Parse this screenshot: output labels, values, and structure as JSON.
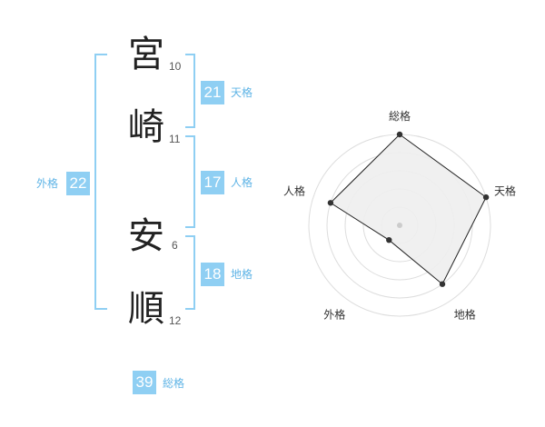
{
  "name": {
    "chars": [
      {
        "char": "宮",
        "strokes": "10"
      },
      {
        "char": "崎",
        "strokes": "11"
      },
      {
        "char": "安",
        "strokes": "6"
      },
      {
        "char": "順",
        "strokes": "12"
      }
    ]
  },
  "kakusu": {
    "tenkaku": {
      "value": "21",
      "label": "天格"
    },
    "jinkaku": {
      "value": "17",
      "label": "人格"
    },
    "chikaku": {
      "value": "18",
      "label": "地格"
    },
    "gaikaku": {
      "value": "22",
      "label": "外格"
    },
    "soukaku": {
      "value": "39",
      "label": "総格"
    }
  },
  "colors": {
    "accent": "#8fcff3",
    "bracket": "#8fcff3",
    "label": "#5fb4e6",
    "radar_fill": "#eeeeee",
    "radar_ring": "#dddddd"
  },
  "chart_data": {
    "type": "radar",
    "axes": [
      "総格",
      "天格",
      "地格",
      "外格",
      "人格"
    ],
    "values": [
      5,
      5,
      4,
      1,
      4
    ],
    "rmax": 5,
    "rings": 5
  }
}
